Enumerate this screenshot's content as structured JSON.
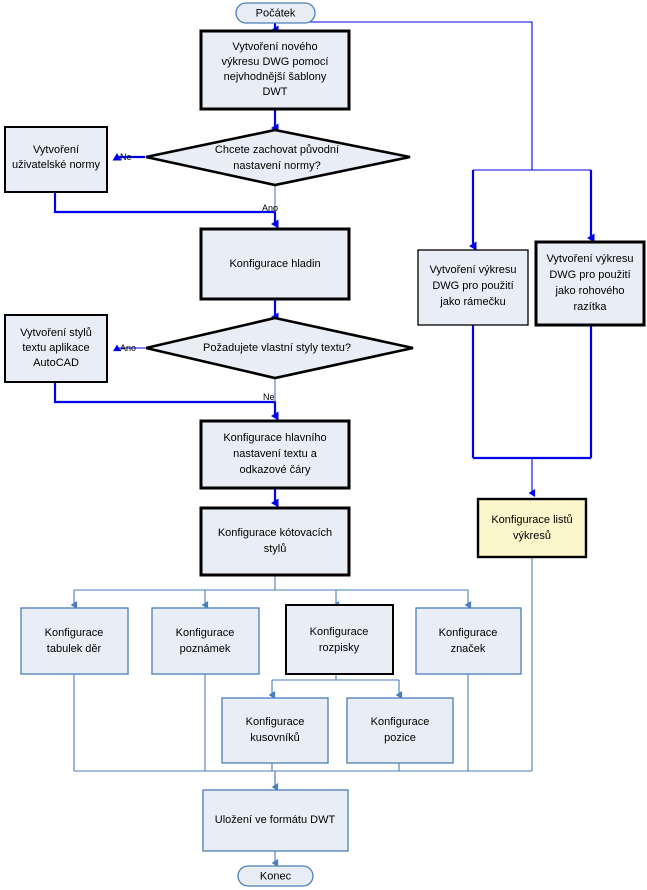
{
  "diagram": {
    "title": "Postup vytvoreni sablony DWT",
    "language": "cs",
    "colors": {
      "node_fill": "#E9EDF5",
      "node_stroke": "#000000",
      "highlight_fill": "#FCF6CC",
      "connector_strong": "#0000EE",
      "connector_light": "#4A7EBB",
      "background": "#FFFFFF"
    }
  },
  "nodes": {
    "start": {
      "label": "Počátek",
      "shape": "terminator"
    },
    "create_dwg": {
      "line1": "Vytvoření nového",
      "line2": "výkresu DWG pomocí",
      "line3": "nejvhodnější šablony",
      "line4": "DWT",
      "shape": "process"
    },
    "decision_norm": {
      "line1": "Chcete zachovat původní",
      "line2": "nastavení normy?",
      "shape": "decision"
    },
    "user_norms": {
      "line1": "Vytvoření",
      "line2": "uživatelské normy",
      "shape": "process"
    },
    "layers": {
      "line1": "Konfigurace hladin",
      "shape": "process"
    },
    "decision_text": {
      "line1": "Požadujete vlastní styly textu?",
      "shape": "decision"
    },
    "text_styles": {
      "line1": "Vytvoření stylů",
      "line2": "textu aplikace",
      "line3": "AutoCAD",
      "shape": "process"
    },
    "main_text": {
      "line1": "Konfigurace hlavního",
      "line2": "nastavení textu a",
      "line3": "odkazové čáry",
      "shape": "process"
    },
    "dim_styles": {
      "line1": "Konfigurace kótovacích",
      "line2": "stylů",
      "shape": "process"
    },
    "frame_dwg": {
      "line1": "Vytvoření výkresu",
      "line2": "DWG pro použití",
      "line3": "jako rámečku",
      "shape": "process"
    },
    "stamp_dwg": {
      "line1": "Vytvoření výkresu",
      "line2": "DWG pro použití",
      "line3": "jako rohového",
      "line4": "razítka",
      "shape": "process"
    },
    "sheets": {
      "line1": "Konfigurace listů",
      "line2": "výkresů",
      "shape": "process-highlight"
    },
    "hole_tables": {
      "line1": "Konfigurace",
      "line2": "tabulek děr",
      "shape": "process"
    },
    "notes": {
      "line1": "Konfigurace",
      "line2": "poznámek",
      "shape": "process"
    },
    "titleblock": {
      "line1": "Konfigurace",
      "line2": "rozpisky",
      "shape": "process"
    },
    "symbols": {
      "line1": "Konfigurace",
      "line2": "značek",
      "shape": "process"
    },
    "bom": {
      "line1": "Konfigurace",
      "line2": "kusovníků",
      "shape": "process"
    },
    "balloons": {
      "line1": "Konfigurace",
      "line2": "pozice",
      "shape": "process"
    },
    "save": {
      "line1": "Uložení ve formátu DWT",
      "shape": "process"
    },
    "end": {
      "label": "Konec",
      "shape": "terminator"
    }
  },
  "edge_labels": {
    "norm_no": "Ne",
    "norm_yes": "Ano",
    "text_yes": "Ano",
    "text_no": "Ne"
  }
}
